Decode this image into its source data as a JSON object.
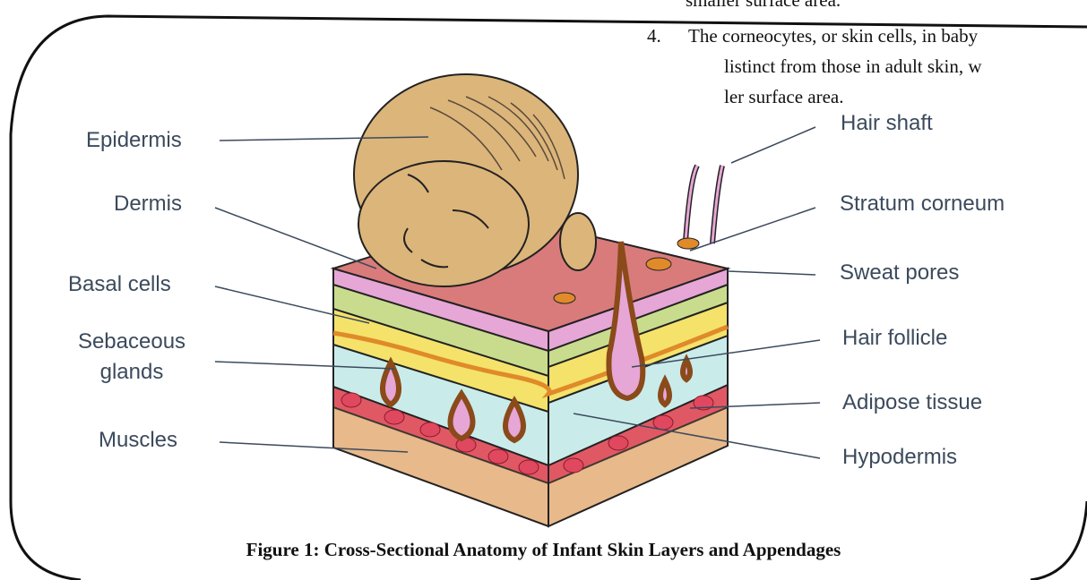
{
  "document_text": {
    "line0": "smaller surface area.",
    "line1_num": "4.",
    "line1": "The corneocytes, or skin cells, in baby",
    "line2": "listinct from those in adult skin, w",
    "line3": "ler surface area."
  },
  "diagram": {
    "labels_left": {
      "epidermis": "Epidermis",
      "dermis": "Dermis",
      "basal_cells": "Basal cells",
      "sebaceous_1": "Sebaceous",
      "sebaceous_2": "glands",
      "muscles": "Muscles"
    },
    "labels_right": {
      "hair_shaft": "Hair shaft",
      "stratum_corneum": "Stratum corneum",
      "sweat_pores": "Sweat pores",
      "hair_follicle": "Hair follicle",
      "adipose_tissue": "Adipose tissue",
      "hypodermis": "Hypodermis"
    },
    "caption": "Figure 1: Cross-Sectional Anatomy of Infant Skin Layers and Appendages"
  },
  "colors": {
    "label_text": "#3b4a5c",
    "leader_line": "#3b4a5c",
    "skin_tone": "#dcb57a",
    "epidermis_top": "#d97b7b",
    "pink_layer": "#e6a6d6",
    "green_layer": "#c9dc8e",
    "yellow_layer": "#f4e26b",
    "orange_line": "#e08a2a",
    "dermis_cyan": "#c9ecea",
    "adipose_red": "#e0485f",
    "muscle_tan": "#e8b98a"
  }
}
